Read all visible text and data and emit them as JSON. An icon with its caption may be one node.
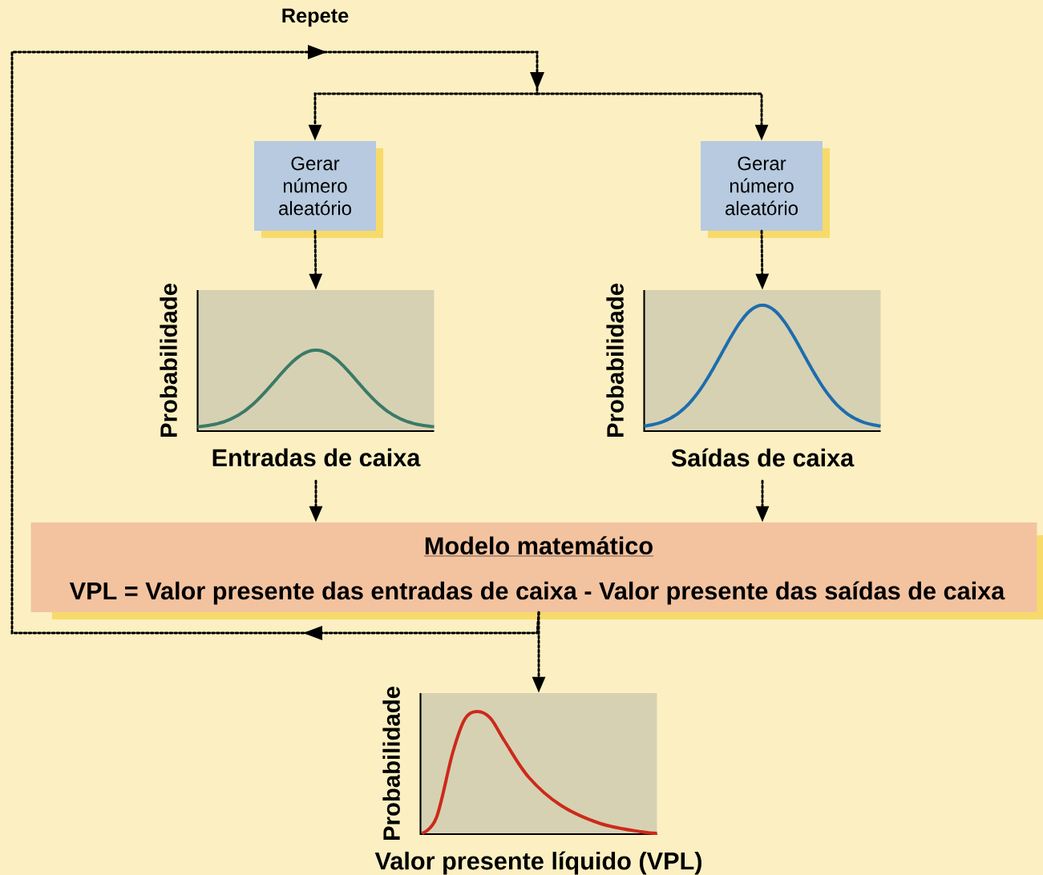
{
  "diagram": {
    "nodes": [
      {
        "text": [
          "Gerar número aleatório"
        ]
      },
      {
        "text": [
          "Gerar número aleatório"
        ]
      },
      {
        "text": [
          "Probabilidade",
          "Entradas de caixa"
        ]
      },
      {
        "text": [
          "Probabilidade",
          "Saídas de caixa"
        ]
      },
      {
        "text": [
          "Modelo matemático",
          "VPL = Valor presente das entradas de caixa - Valor presente das saídas de caixa"
        ]
      },
      {
        "text": [
          "Probabilidade",
          "Valor presente líquido (VPL)"
        ]
      }
    ],
    "edges": [
      {
        "from": 0,
        "to": 2,
        "arrow": "to"
      },
      {
        "from": 1,
        "to": 3,
        "arrow": "to"
      },
      {
        "from": 2,
        "to": 4,
        "arrow": "to"
      },
      {
        "from": 3,
        "to": 4,
        "arrow": "to"
      },
      {
        "from": 4,
        "to": 5,
        "arrow": "to"
      },
      {
        "from": 4,
        "to": 0,
        "arrow": "to",
        "label": "Repete"
      },
      {
        "from": 4,
        "to": 1,
        "arrow": "to"
      }
    ]
  }
}
